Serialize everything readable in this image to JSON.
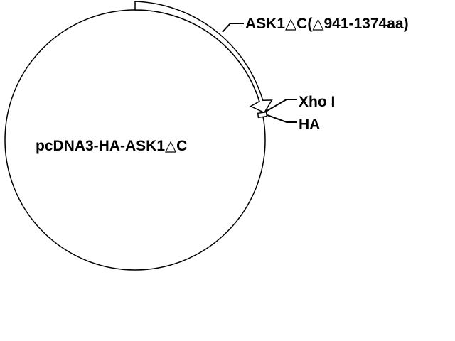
{
  "plasmid": {
    "name": "pcDNA3-HA-ASK1△C",
    "backbone_color": "#000000",
    "background_color": "#ffffff"
  },
  "features": {
    "insert_label": "ASK1△C(△941-1374aa)",
    "site_label": "Xho I",
    "tag_label": "HA"
  }
}
